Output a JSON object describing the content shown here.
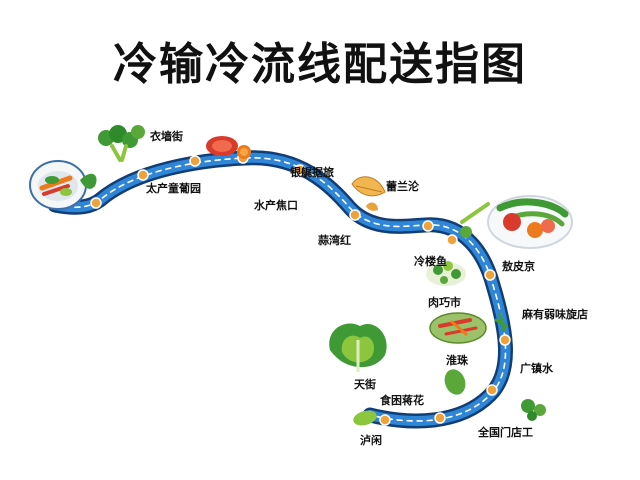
{
  "title": "冷输冷流线配送指图",
  "colors": {
    "route_fill": "#2f86d6",
    "route_edge": "#123e78",
    "route_dash": "#ffffff",
    "stop": "#f0a23a",
    "leaf": "#3f9a35",
    "leaf_light": "#8cc63f",
    "tomato": "#d93a2b",
    "carrot": "#ee7a1e",
    "plate": "#e8edf2"
  },
  "stops": [
    {
      "label": "太产童葡园"
    },
    {
      "label": "衣墙街"
    },
    {
      "label": "水产焦口"
    },
    {
      "label": "银艉据旅"
    },
    {
      "label": "蒜湾红"
    },
    {
      "label": "蕾兰沦"
    },
    {
      "label": "冷楼鱼"
    },
    {
      "label": "敖皮京"
    },
    {
      "label": "肉巧市"
    },
    {
      "label": "麻有弱味旋店"
    },
    {
      "label": "淮珠"
    },
    {
      "label": "天街"
    },
    {
      "label": "广镇水"
    },
    {
      "label": "食困蒋花"
    },
    {
      "label": "泸闲"
    },
    {
      "label": "全国门店工"
    }
  ],
  "icons": [
    "vegetable-plate-icon",
    "broccoli-icon",
    "tomato-slices-icon",
    "herb-leaf-icon",
    "salad-plate-icon",
    "greens-bowl-icon",
    "stir-fry-dish-icon",
    "lettuce-icon",
    "leaf-sprig-icon"
  ]
}
